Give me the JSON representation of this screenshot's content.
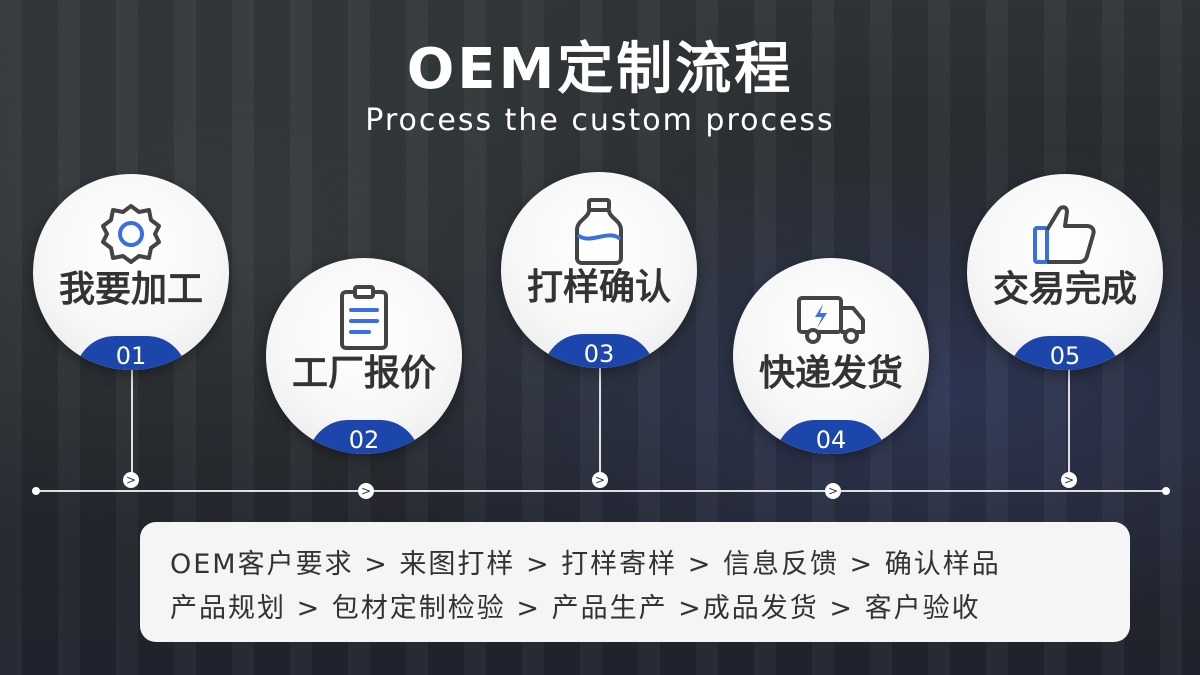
{
  "header": {
    "title": "OEM定制流程",
    "subtitle": "Process the custom process"
  },
  "steps": [
    {
      "label": "我要加工",
      "number": "01",
      "icon": "gear-icon"
    },
    {
      "label": "工厂报价",
      "number": "02",
      "icon": "clipboard-icon"
    },
    {
      "label": "打样确认",
      "number": "03",
      "icon": "bottle-icon"
    },
    {
      "label": "快递发货",
      "number": "04",
      "icon": "delivery-truck-icon"
    },
    {
      "label": "交易完成",
      "number": "05",
      "icon": "thumbs-up-icon"
    }
  ],
  "timeline": {
    "marker_glyph": ">"
  },
  "process_text": {
    "line1": "OEM客户要求 > 来图打样 > 打样寄样 > 信息反馈 > 确认样品",
    "line2": "产品规划 > 包材定制检验 > 产品生产 >成品发货  > 客户验收"
  },
  "colors": {
    "accent_blue": "#1d46ad",
    "icon_stroke": "#444444",
    "icon_highlight": "#3a6fe0"
  }
}
